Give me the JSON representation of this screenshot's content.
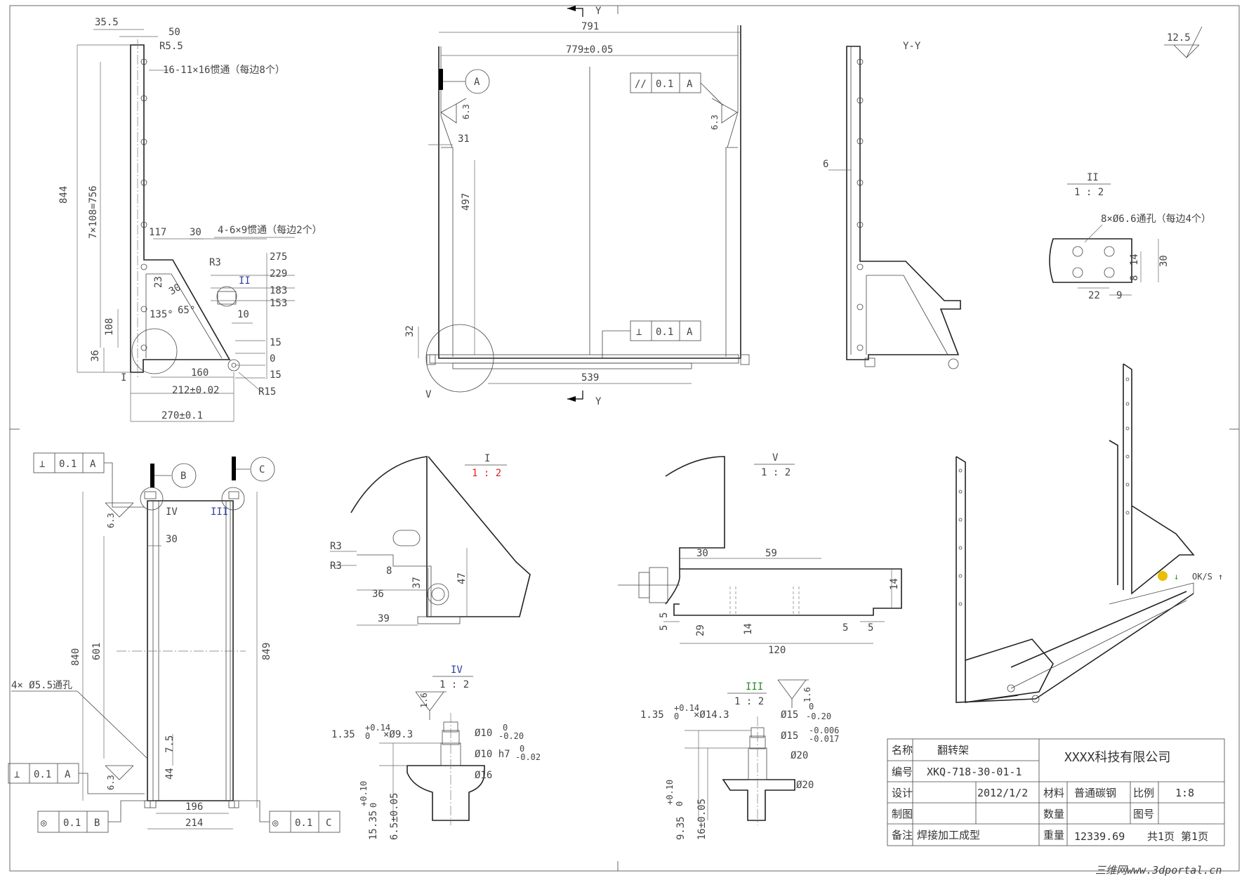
{
  "view_top_left": {
    "dims": [
      "35.5",
      "50",
      "R5.5",
      "844",
      "7×108=756",
      "117",
      "30",
      "R3",
      "275",
      "229",
      "183",
      "153",
      "23",
      "30",
      "135°",
      "65°",
      "10",
      "108",
      "36",
      "15",
      "0",
      "15",
      "160",
      "212±0.02",
      "R15",
      "270±0.1"
    ],
    "notes": {
      "holes_a": "16-11×16惯通（每边8个）",
      "holes_b": "4-6×9惯通（每边2个）"
    },
    "labels": {
      "detail_i": "I",
      "detail_ii": "II"
    }
  },
  "view_top_center": {
    "section_markers": [
      "Y",
      "Y"
    ],
    "dims": [
      "791",
      "779±0.05",
      "31",
      "497",
      "32",
      "539"
    ],
    "datum_a": "A",
    "roughness": [
      "6.3",
      "6.3"
    ],
    "tol_parallel": {
      "symbol": "//",
      "value": "0.1",
      "datum": "A"
    },
    "tol_perp": {
      "symbol": "⊥",
      "value": "0.1",
      "datum": "A"
    },
    "detail_v": "V"
  },
  "view_yy": {
    "title": "Y-Y",
    "dim": "6"
  },
  "roughness_global": "12.5",
  "detail_ii_view": {
    "title": "II",
    "scale": "1 : 2",
    "note": "8×Ø6.6通孔（每边4个）",
    "dims": [
      "14",
      "30",
      "8",
      "22",
      "9"
    ]
  },
  "view_bottom_left": {
    "tol_top": {
      "symbol": "⊥",
      "value": "0.1",
      "datum": "A"
    },
    "tol_bottom": {
      "symbol": "⊥",
      "value": "0.1",
      "datum": "A"
    },
    "tol_coax_b": {
      "symbol": "◎",
      "value": "0.1",
      "datum": "B"
    },
    "tol_coax_c": {
      "symbol": "◎",
      "value": "0.1",
      "datum": "C"
    },
    "datum_b": "B",
    "datum_c": "C",
    "roughness": [
      "6.3",
      "6.3"
    ],
    "detail_iv": "IV",
    "detail_iii": "III",
    "note": "4× Ø5.5通孔",
    "dims": [
      "30",
      "840",
      "601",
      "849",
      "7.5",
      "44",
      "196",
      "214"
    ]
  },
  "detail_i_view": {
    "title": "I",
    "scale": "1 : 2",
    "dims": [
      "R3",
      "R3",
      "8",
      "36",
      "39",
      "37",
      "47"
    ]
  },
  "detail_v_view": {
    "title": "V",
    "scale": "1 : 2",
    "dims": [
      "30",
      "59",
      "14",
      "5",
      "5",
      "29",
      "14",
      "5",
      "5",
      "120"
    ]
  },
  "detail_iv_view": {
    "title": "IV",
    "scale": "1 : 2",
    "roughness": "1.6",
    "dims": [
      "1.35",
      "+0.14",
      "0",
      "×Ø9.3",
      "Ø10",
      "0",
      "-0.20",
      "Ø10 h7",
      "0",
      "-0.02",
      "Ø16",
      "15.35",
      "+0.10",
      "0",
      "6.5±0.05"
    ]
  },
  "detail_iii_view": {
    "title": "III",
    "scale": "1 : 2",
    "roughness": "1.6",
    "dims": [
      "1.35",
      "+0.14",
      "0",
      "×Ø14.3",
      "Ø15",
      "0",
      "-0.20",
      "Ø15",
      "-0.006",
      "-0.017",
      "Ø20",
      "Ø20",
      "9.35",
      "+0.10",
      "0",
      "16±0.05"
    ]
  },
  "toolbar": {
    "label": "OK/S"
  },
  "title_block": {
    "name_label": "名称",
    "name": "翻转架",
    "code_label": "编号",
    "code": "XKQ-718-30-01-1",
    "company": "XXXX科技有限公司",
    "design_label": "设计",
    "date": "2012/1/2",
    "material_label": "材料",
    "material": "普通碳钢",
    "scale_label": "比例",
    "scale": "1:8",
    "draw_label": "制图",
    "qty_label": "数量",
    "drawing_no_label": "图号",
    "remark_label": "备注",
    "remark": "焊接加工成型",
    "weight_label": "重量",
    "weight": "12339.69",
    "pages": "共1页  第1页"
  },
  "watermark": "三维网www.3dportal.cn"
}
